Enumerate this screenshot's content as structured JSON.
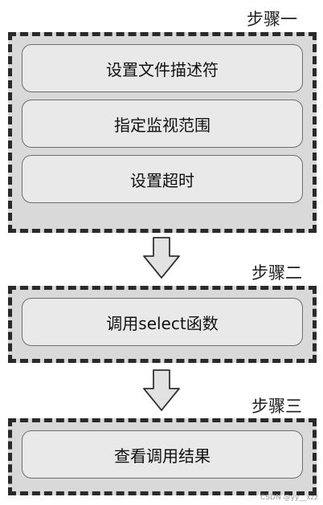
{
  "steps": [
    {
      "label": "步骤一",
      "items": [
        "设置文件描述符",
        "指定监视范围",
        "设置超时"
      ]
    },
    {
      "label": "步骤二",
      "items": [
        "调用select函数"
      ]
    },
    {
      "label": "步骤三",
      "items": [
        "查看调用结果"
      ]
    }
  ],
  "watermark": "CSDN @yy__xzz"
}
